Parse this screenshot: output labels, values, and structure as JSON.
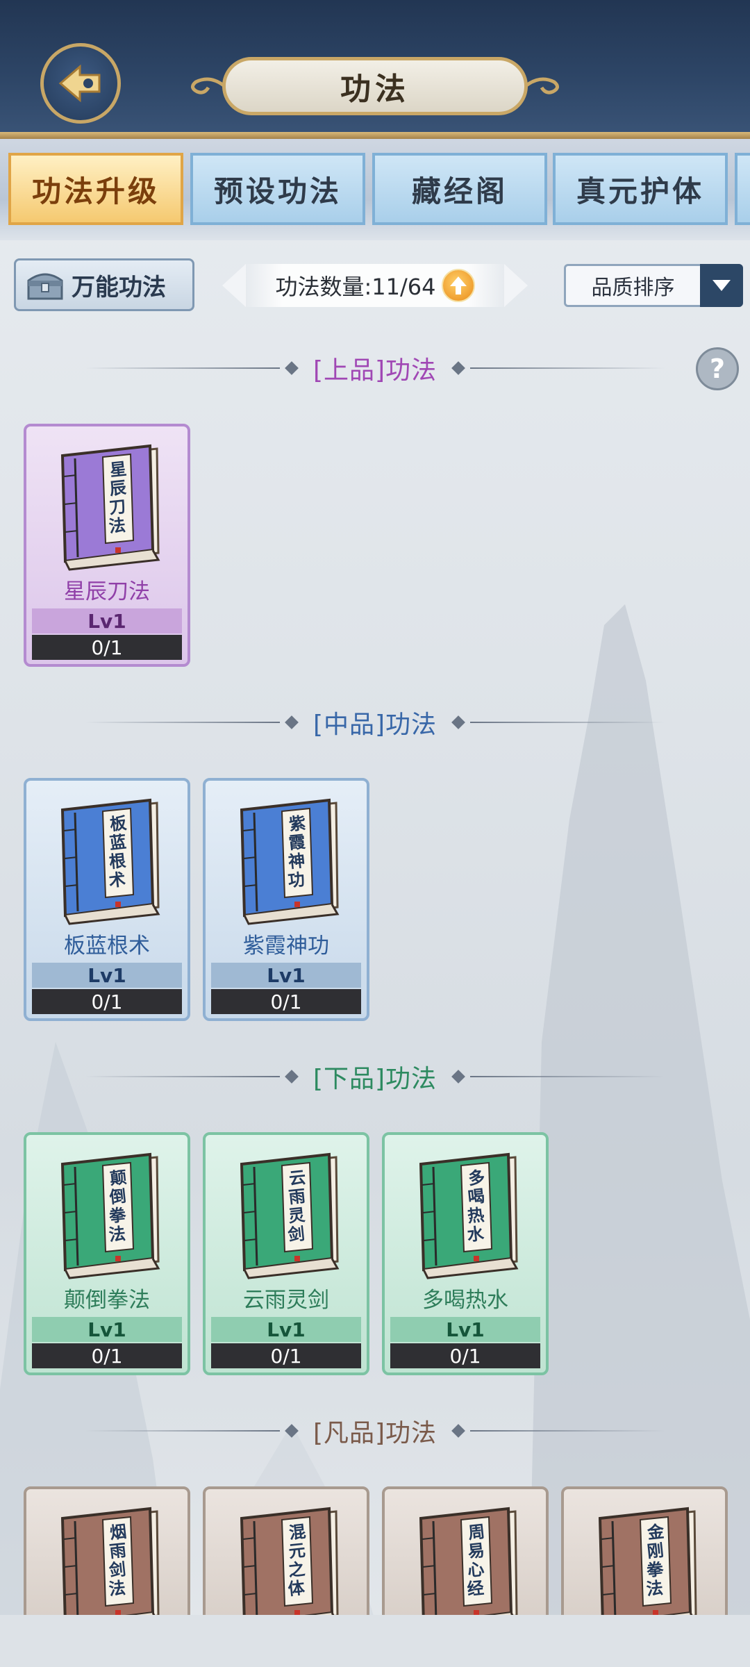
{
  "header": {
    "title": "功法"
  },
  "tabs": [
    {
      "label": "功法升级",
      "active": true
    },
    {
      "label": "预设功法",
      "active": false
    },
    {
      "label": "藏经阁",
      "active": false
    },
    {
      "label": "真元护体",
      "active": false
    }
  ],
  "toolbar": {
    "universal_label": "万能功法",
    "count_label": "功法数量:11/64",
    "sort_label": "品质排序"
  },
  "help_label": "?",
  "sections": [
    {
      "title": "[上品]功法",
      "color": "#a047b4",
      "tier": "purple",
      "items": [
        {
          "name": "星辰刀法",
          "book_title": [
            "星",
            "辰",
            "刀",
            "法"
          ],
          "level": "Lv1",
          "progress": "0/1"
        }
      ]
    },
    {
      "title": "[中品]功法",
      "color": "#3867a8",
      "tier": "blue",
      "items": [
        {
          "name": "板蓝根术",
          "book_title": [
            "板",
            "蓝",
            "根",
            "术"
          ],
          "level": "Lv1",
          "progress": "0/1"
        },
        {
          "name": "紫霞神功",
          "book_title": [
            "紫",
            "霞",
            "神",
            "功"
          ],
          "level": "Lv1",
          "progress": "0/1"
        }
      ]
    },
    {
      "title": "[下品]功法",
      "color": "#2d8a60",
      "tier": "green",
      "items": [
        {
          "name": "颠倒拳法",
          "book_title": [
            "颠",
            "倒",
            "拳",
            "法"
          ],
          "level": "Lv1",
          "progress": "0/1"
        },
        {
          "name": "云雨灵剑",
          "book_title": [
            "云",
            "雨",
            "灵",
            "剑"
          ],
          "level": "Lv1",
          "progress": "0/1"
        },
        {
          "name": "多喝热水",
          "book_title": [
            "多",
            "喝",
            "热",
            "水"
          ],
          "level": "Lv1",
          "progress": "0/1"
        }
      ]
    },
    {
      "title": "[凡品]功法",
      "color": "#7a5a4a",
      "tier": "brown",
      "items": [
        {
          "name": "",
          "book_title": [
            "烟",
            "雨",
            "剑",
            "法"
          ]
        },
        {
          "name": "",
          "book_title": [
            "混",
            "元",
            "之",
            "体"
          ]
        },
        {
          "name": "",
          "book_title": [
            "周",
            "易",
            "心",
            "经"
          ]
        },
        {
          "name": "",
          "book_title": [
            "金",
            "刚",
            "拳",
            "法"
          ]
        }
      ]
    }
  ],
  "book_colors": {
    "purple": "#9b7ad6",
    "blue": "#4b7fd4",
    "green": "#3aa878",
    "brown": "#a07264"
  }
}
